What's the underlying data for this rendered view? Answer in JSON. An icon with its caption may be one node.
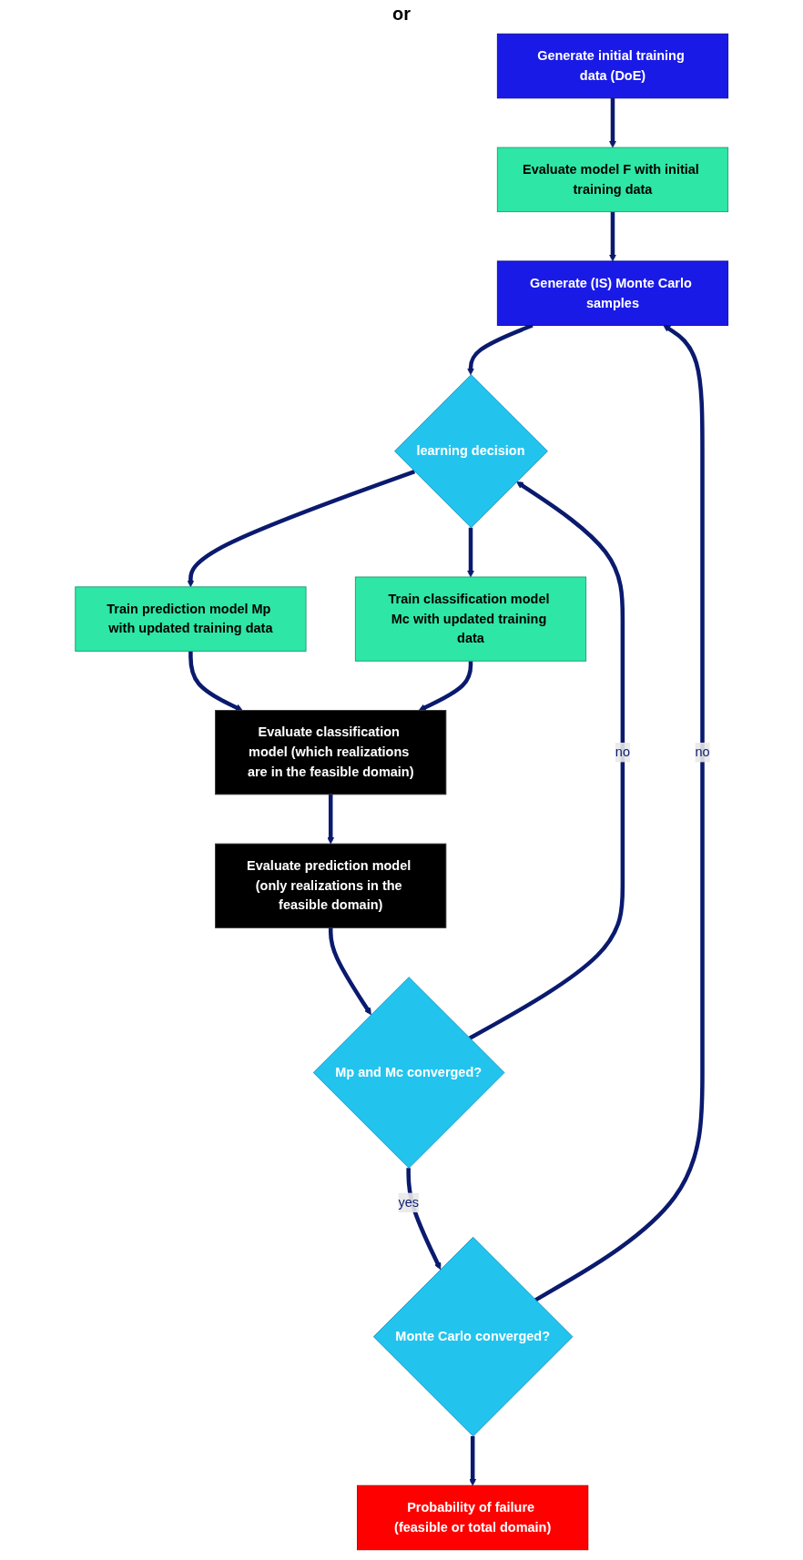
{
  "diagram": {
    "nodes": [
      {
        "text": [
          "Generate initial training data (DoE)"
        ]
      },
      {
        "text": [
          "Evaluate model F with initial training data"
        ]
      },
      {
        "text": [
          "Generate (IS) Monte Carlo samples"
        ]
      },
      {
        "text": [
          "learning decision"
        ]
      },
      {
        "text": [
          "Train prediction model Mp with updated training data"
        ]
      },
      {
        "text": [
          "Train classification model Mc with updated training data"
        ]
      },
      {
        "text": [
          "Evaluate classification model (which realizations are in the feasible domain)"
        ]
      },
      {
        "text": [
          "Evaluate prediction model (only realizations in the feasible domain)"
        ]
      },
      {
        "text": [
          "Mp and Mc converged?"
        ]
      },
      {
        "text": [
          "Monte Carlo converged?"
        ]
      },
      {
        "text": [
          "Probability of failure (feasible or total domain)"
        ]
      }
    ],
    "edges": [
      {
        "from": 0,
        "to": 1,
        "arrow": "to"
      },
      {
        "from": 1,
        "to": 2,
        "arrow": "to"
      },
      {
        "from": 2,
        "to": 3,
        "arrow": "to"
      },
      {
        "from": 3,
        "to": 4,
        "arrow": "to"
      },
      {
        "from": 3,
        "to": 5,
        "arrow": "to"
      },
      {
        "from": 4,
        "to": 6,
        "arrow": "to"
      },
      {
        "from": 5,
        "to": 6,
        "arrow": "to"
      },
      {
        "from": 6,
        "to": 7,
        "arrow": "to"
      },
      {
        "from": 7,
        "to": 8,
        "arrow": "to"
      },
      {
        "from": 8,
        "to": 9,
        "arrow": "to",
        "label": "yes"
      },
      {
        "from": 8,
        "to": 3,
        "arrow": "to",
        "label": "no"
      },
      {
        "from": 9,
        "to": 2,
        "arrow": "to",
        "label": "no"
      },
      {
        "from": 9,
        "to": 10,
        "arrow": "to"
      }
    ],
    "labels": [
      "or"
    ]
  }
}
